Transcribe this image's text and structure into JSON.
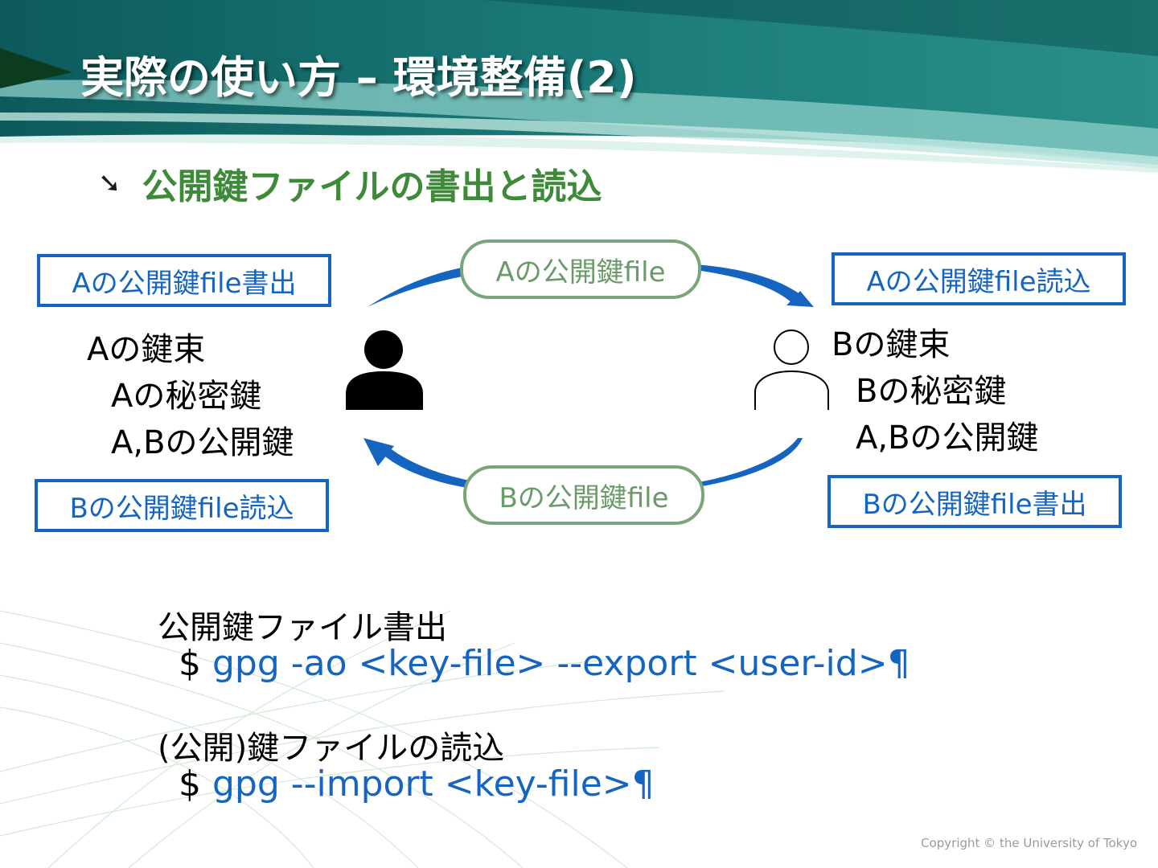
{
  "title": "実際の使い方 – 環境整備(2)",
  "subtitle": {
    "bullet": "➘",
    "text": "公開鍵ファイルの書出と読込"
  },
  "diagram": {
    "box_a_export": "Aの公開鍵file書出",
    "box_a_import": "Bの公開鍵file読込",
    "box_b_import": "Aの公開鍵file読込",
    "box_b_export": "Bの公開鍵file書出",
    "pill_top": "Aの公開鍵file",
    "pill_bottom": "Bの公開鍵file",
    "keyring_a": {
      "title": "Aの鍵束",
      "line1": "Aの秘密鍵",
      "line2": "A,Bの公開鍵"
    },
    "keyring_b": {
      "title": "Bの鍵束",
      "line1": "Bの秘密鍵",
      "line2": "A,Bの公開鍵"
    }
  },
  "commands": {
    "export_label": "公開鍵ファイル書出",
    "export_prompt": "$",
    "export_cmd": "gpg -ao <key-file> --export <user-id>¶",
    "import_label": "(公開)鍵ファイルの読込",
    "import_prompt": "$",
    "import_cmd": "gpg --import <key-file>¶"
  },
  "copyright": "Copyright © the University of Tokyo",
  "colors": {
    "accent_blue": "#1565c0",
    "title_green": "#3f8a3a",
    "pill_green": "#7aa57a"
  }
}
